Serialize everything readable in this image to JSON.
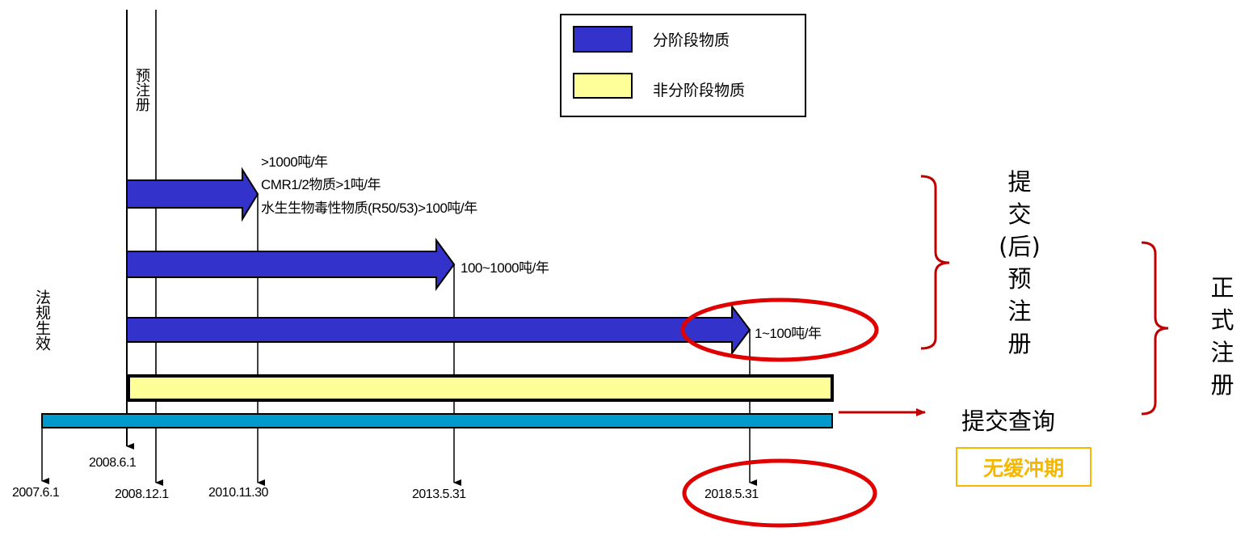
{
  "legend": {
    "phased": "分阶段物质",
    "non_phased": "非分阶段物质"
  },
  "colors": {
    "phased": "#3333cc",
    "non_phased": "#ffff99",
    "inquiry_bar": "#0099cc",
    "highlight": "#e00000",
    "bracket": "#c00000",
    "no_buffer": "#f5b800"
  },
  "labels": {
    "pre_registration": "预注册",
    "law_effective": "法规生效",
    "tier1": [
      ">1000吨/年",
      "CMR1/2物质>1吨/年",
      "水生生物毒性物质(R50/53)>100吨/年"
    ],
    "tier2": "100~1000吨/年",
    "tier3": "1~100吨/年"
  },
  "dates": {
    "d2007": "2007.6.1",
    "d2008a": "2008.6.1",
    "d2008b": "2008.12.1",
    "d2010": "2010.11.30",
    "d2013": "2013.5.31",
    "d2018": "2018.5.31"
  },
  "right": {
    "late_prereg": [
      "提",
      "交",
      "(后)",
      "预",
      "注",
      "册"
    ],
    "formal_reg": [
      "正",
      "式",
      "注",
      "册"
    ],
    "inquiry": "提交查询",
    "no_buffer": "无缓冲期"
  }
}
